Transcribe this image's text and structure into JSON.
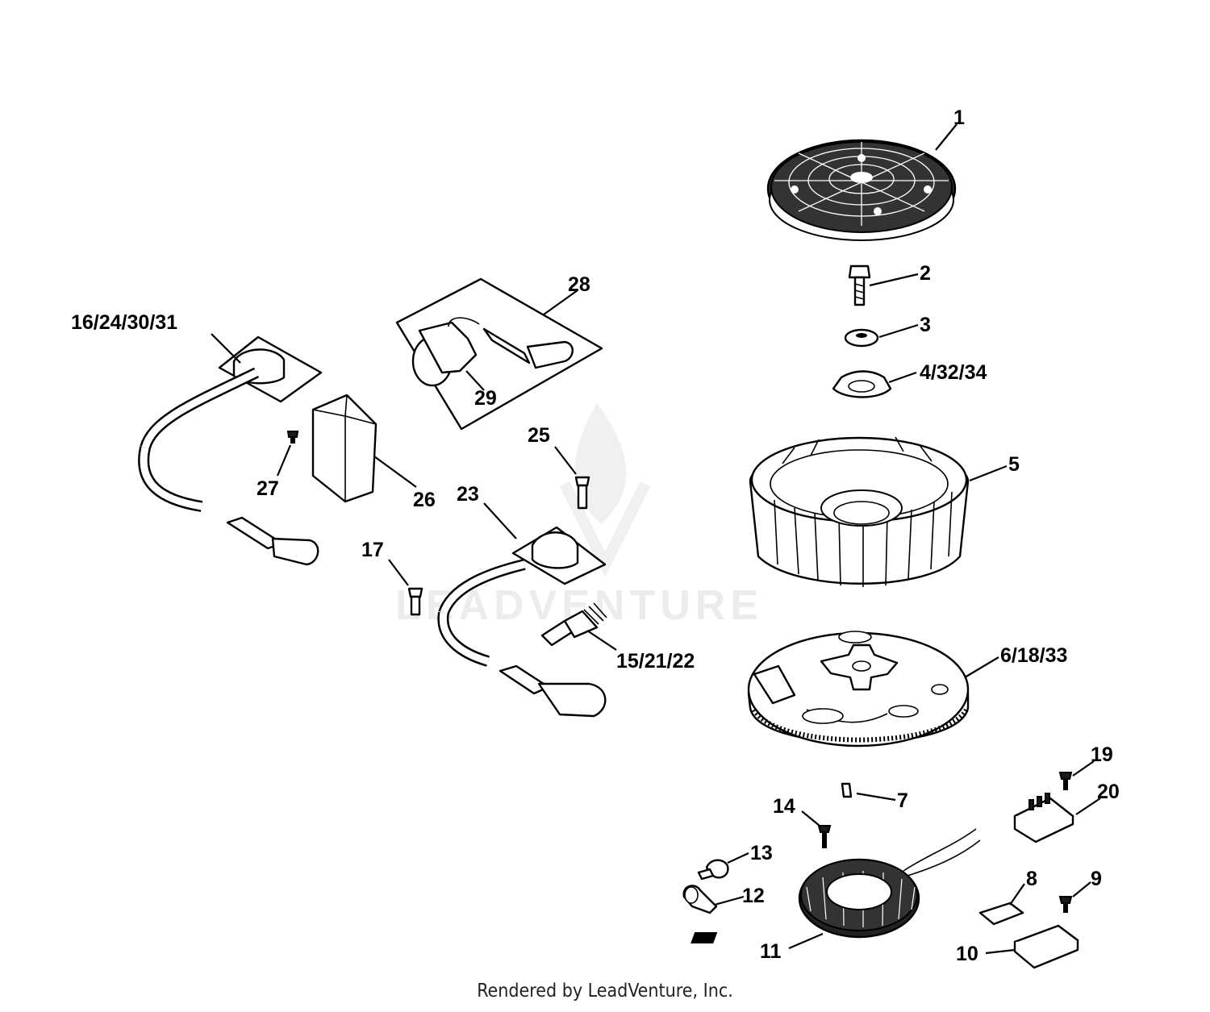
{
  "watermark": "LEADVENTURE",
  "footer": "Rendered by LeadVenture, Inc.",
  "callouts": {
    "c1": "1",
    "c2": "2",
    "c3": "3",
    "c4": "4/32/34",
    "c5": "5",
    "c6": "6/18/33",
    "c7": "7",
    "c8": "8",
    "c9": "9",
    "c10": "10",
    "c11": "11",
    "c12": "12",
    "c13": "13",
    "c14": "14",
    "c15": "15/21/22",
    "c16": "16/24/30/31",
    "c17": "17",
    "c19": "19",
    "c20": "20",
    "c23": "23",
    "c25": "25",
    "c26": "26",
    "c27": "27",
    "c28": "28",
    "c29": "29"
  }
}
